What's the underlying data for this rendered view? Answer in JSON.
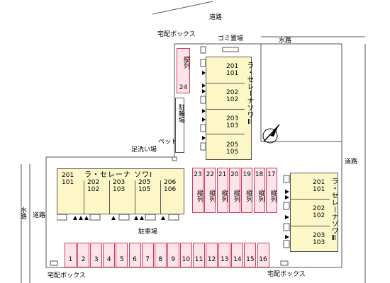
{
  "labels": {
    "road_top": "道路",
    "road_right": "道路",
    "road_left": "道路",
    "waterway_top": "水路",
    "waterway_left": "水路",
    "delivery_box_top": "宅配ボックス",
    "delivery_box_bottom_left": "宅配ボックス",
    "delivery_box_bottom_right": "宅配ボックス",
    "garbage": "ゴミ置場",
    "bicycle_parking": "駐輪場",
    "pet_wash_line1": "ペット",
    "pet_wash_line2": "足洗い場",
    "parking_lot": "駐車場"
  },
  "buildings": {
    "ii": {
      "name": "ラ・セレーナソワⅡ",
      "units": [
        {
          "upper": "201",
          "lower": "101"
        },
        {
          "upper": "202",
          "lower": "102"
        },
        {
          "upper": "203",
          "lower": "103"
        },
        {
          "upper": "205",
          "lower": "105"
        }
      ]
    },
    "i": {
      "name": "ラ・セレーナ ソワⅠ",
      "units": [
        {
          "upper": "201",
          "lower": "101"
        },
        {
          "upper": "202",
          "lower": "102"
        },
        {
          "upper": "203",
          "lower": "103"
        },
        {
          "upper": "205",
          "lower": "105"
        },
        {
          "upper": "206",
          "lower": "106"
        }
      ]
    },
    "iii": {
      "name": "ラ・セレーナソワⅢ",
      "units": [
        {
          "upper": "201",
          "lower": "101"
        },
        {
          "upper": "202",
          "lower": "102"
        },
        {
          "upper": "203",
          "lower": "103"
        }
      ]
    }
  },
  "parking": {
    "tandem_label": "縦列",
    "top_left_space": "24",
    "middle_row": [
      "23",
      "22",
      "21",
      "20",
      "19",
      "18",
      "17"
    ],
    "bottom_row": [
      "1",
      "2",
      "3",
      "4",
      "5",
      "6",
      "7",
      "8",
      "9",
      "10",
      "11",
      "12",
      "13",
      "14",
      "15",
      "16"
    ]
  },
  "colors": {
    "building_fill": "#fdf7c8",
    "parking_fill": "#fde3ea",
    "parking_border": "#d23a5a",
    "line": "#555555"
  }
}
